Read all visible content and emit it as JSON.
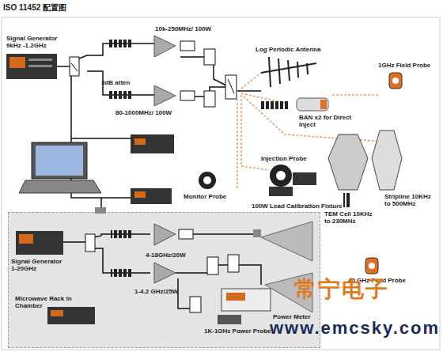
{
  "diagram": {
    "title": "ISO 11452 配置图",
    "nodes": [
      {
        "text": [
          "Microwave Rack in Chamber"
        ]
      }
    ],
    "labels": [
      "Signal Generator 9kHz -1.2GHz",
      "3dB atten",
      "10k-250MHz/ 100W",
      "80-1000MHz/ 100W",
      "Log Periodic Antenna",
      "BAN x2 for Direct Inject",
      "1GHz Field Probe",
      "Injection Probe",
      "Monitor Probe",
      "100W Lead Calibration Fixture",
      "Stripline 10KHz to 500MHz",
      "TEM Cell 10KHz to 230MHz",
      "Signal Generator 1-20GHz",
      "4-18GHz/20W",
      "1-4.2 GHz/25W",
      "Power Meter",
      "40 GHz Field Probe",
      "1K-1GHz Power Probe",
      "常宁电子",
      "www.emcsky.com"
    ]
  }
}
